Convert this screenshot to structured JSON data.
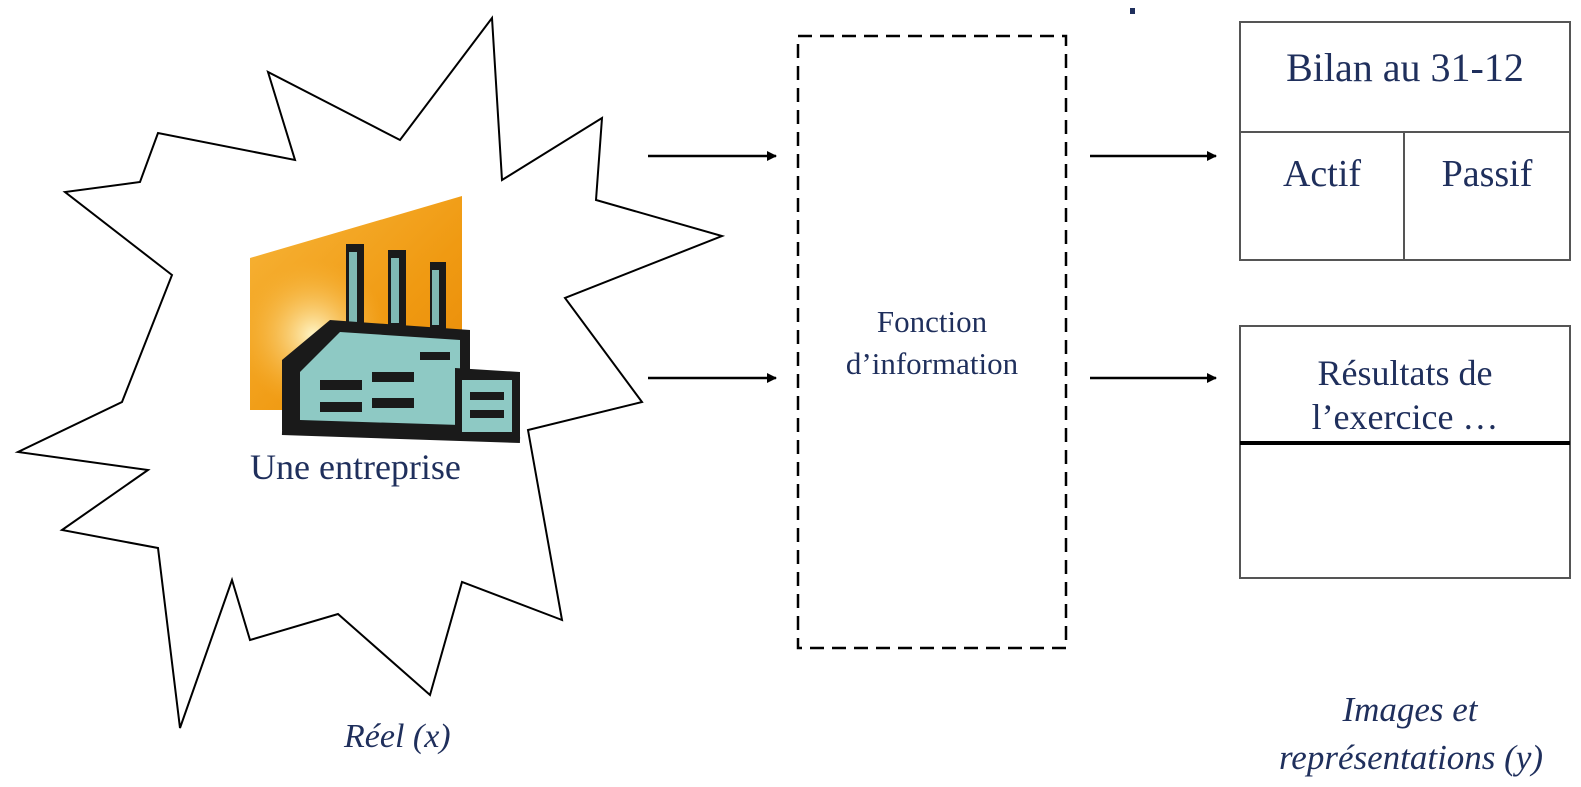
{
  "reel": {
    "company_label": "Une entreprise",
    "caption": "Réel (x)",
    "icon": "factory-icon"
  },
  "process": {
    "line1": "Fonction",
    "line2": "d’information"
  },
  "bilan": {
    "title": "Bilan au 31-12",
    "col1": "Actif",
    "col2": "Passif"
  },
  "resultats": {
    "line1": "Résultats de",
    "line2": "l’exercice …"
  },
  "images": {
    "line1": "Images et",
    "line2": "représentations (y)"
  },
  "colors": {
    "text": "#1f2f5c",
    "line": "#000000",
    "factory_sky": "#f2a21d",
    "factory_wall": "#8ec9c4"
  }
}
